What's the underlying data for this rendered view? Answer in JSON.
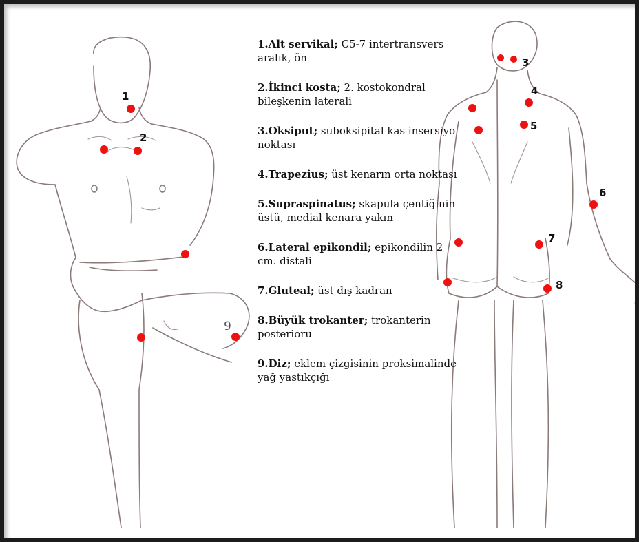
{
  "legend": [
    {
      "title": "1.Alt servikal;",
      "desc": " C5-7 intertransvers aralık, ön"
    },
    {
      "title": "2.İkinci kosta;",
      "desc": " 2. kostokondral bileşkenin laterali"
    },
    {
      "title": "3.Oksiput;",
      "desc": " suboksipital kas insersiyo noktası"
    },
    {
      "title": "4.Trapezius;",
      "desc": " üst kenarın orta noktası"
    },
    {
      "title": "5.Supraspinatus;",
      "desc": " skapula çentiğinin üstü, medial kenara yakın"
    },
    {
      "title": "6.Lateral epikondil;",
      "desc": " epikondilin 2 cm. distali"
    },
    {
      "title": "7.Gluteal;",
      "desc": " üst dış kadran"
    },
    {
      "title": "8.Büyük trokanter;",
      "desc": " trokanterin posterioru"
    },
    {
      "title": "9.Diz;",
      "desc": " eklem çizgisinin proksimalinde yağ yastıkçığı"
    }
  ],
  "markers": {
    "front": [
      "1",
      "2",
      "9"
    ],
    "back": [
      "3",
      "4",
      "5",
      "6",
      "7",
      "8"
    ]
  },
  "colors": {
    "dot": "#ee1111",
    "frame": "#1c1c1c",
    "sketch": "#8a7a78"
  }
}
